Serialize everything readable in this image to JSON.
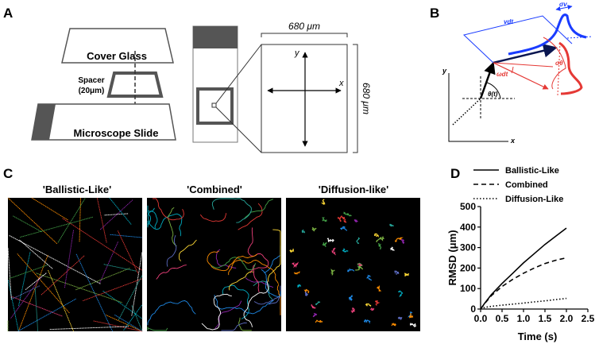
{
  "panels": {
    "A": {
      "letter": "A",
      "cover_glass": "Cover Glass",
      "spacer_line1": "Spacer",
      "spacer_line2": "(20μm)",
      "slide": "Microscope Slide",
      "width_label": "680 μm",
      "height_label": "680 μm",
      "axis_y": "y",
      "axis_x": "x"
    },
    "B": {
      "letter": "B",
      "sigma_v": "σv",
      "vdt": "vdt",
      "sigma_theta": "σθ",
      "omega_dt": "ωdt",
      "theta_t": "θ(t)",
      "axis_y": "y",
      "axis_x": "x"
    },
    "C": {
      "letter": "C",
      "titles": [
        "'Ballistic-Like'",
        "'Combined'",
        "'Diffusion-like'"
      ]
    },
    "D": {
      "letter": "D"
    }
  },
  "chart_data": {
    "type": "line",
    "xlabel": "Time (s)",
    "ylabel": "RMSD  (μm)",
    "xlim": [
      0,
      2.5
    ],
    "ylim": [
      0,
      500
    ],
    "xticks": [
      "0.0",
      "0.5",
      "1.0",
      "1.5",
      "2.0",
      "2.5"
    ],
    "yticks": [
      "0",
      "100",
      "200",
      "300",
      "400",
      "500"
    ],
    "legend_position": "top",
    "series": [
      {
        "name": "Ballistic-Like",
        "style": "solid",
        "x": [
          0,
          0.1,
          0.25,
          0.5,
          0.75,
          1.0,
          1.25,
          1.5,
          1.75,
          2.0
        ],
        "y": [
          0,
          30,
          70,
          125,
          175,
          225,
          270,
          315,
          355,
          395
        ]
      },
      {
        "name": "Combined",
        "style": "dashed",
        "x": [
          0,
          0.1,
          0.25,
          0.5,
          0.75,
          1.0,
          1.25,
          1.5,
          1.75,
          2.0
        ],
        "y": [
          0,
          28,
          65,
          110,
          145,
          175,
          200,
          222,
          238,
          250
        ]
      },
      {
        "name": "Diffusion-Like",
        "style": "dotted",
        "x": [
          0,
          0.1,
          0.25,
          0.5,
          0.75,
          1.0,
          1.25,
          1.5,
          1.75,
          2.0
        ],
        "y": [
          0,
          8,
          13,
          19,
          24,
          29,
          35,
          40,
          46,
          52
        ]
      }
    ]
  }
}
